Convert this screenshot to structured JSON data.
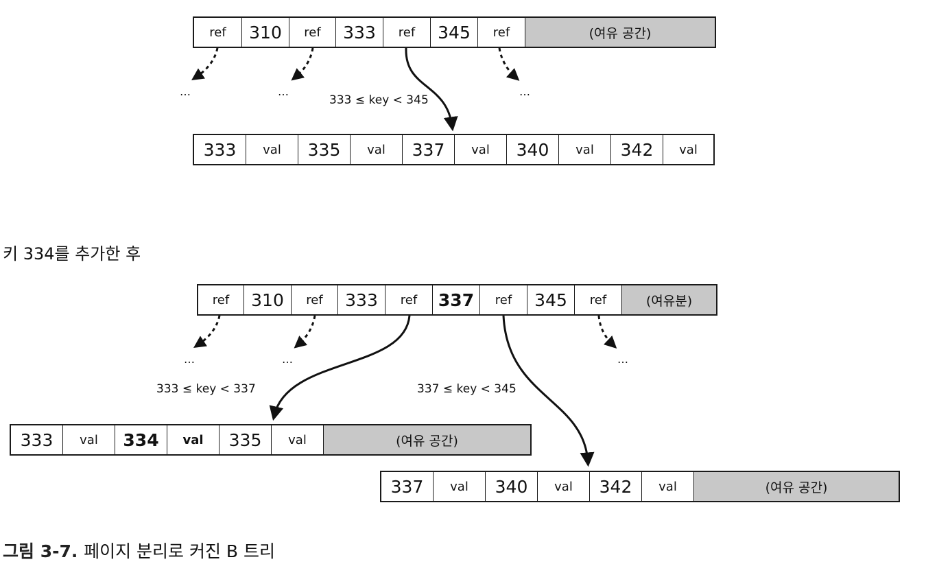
{
  "top": {
    "internal_page": {
      "cells": [
        {
          "t": "ref"
        },
        {
          "t": "310"
        },
        {
          "t": "ref"
        },
        {
          "t": "333"
        },
        {
          "t": "ref"
        },
        {
          "t": "345"
        },
        {
          "t": "ref"
        },
        {
          "t": "(여유 공간)"
        }
      ]
    },
    "leaf_page": {
      "cells": [
        {
          "t": "333"
        },
        {
          "t": "val"
        },
        {
          "t": "335"
        },
        {
          "t": "val"
        },
        {
          "t": "337"
        },
        {
          "t": "val"
        },
        {
          "t": "340"
        },
        {
          "t": "val"
        },
        {
          "t": "342"
        },
        {
          "t": "val"
        }
      ]
    },
    "range_label": "333 ≤ key < 345",
    "ellipsis": [
      "…",
      "…",
      "…"
    ]
  },
  "section_heading": "키 334를 추가한 후",
  "bottom": {
    "internal_page": {
      "cells": [
        {
          "t": "ref"
        },
        {
          "t": "310"
        },
        {
          "t": "ref"
        },
        {
          "t": "333"
        },
        {
          "t": "ref"
        },
        {
          "t": "337"
        },
        {
          "t": "ref"
        },
        {
          "t": "345"
        },
        {
          "t": "ref"
        },
        {
          "t": "(여유분)"
        }
      ]
    },
    "left_leaf": {
      "cells": [
        {
          "t": "333"
        },
        {
          "t": "val"
        },
        {
          "t": "334"
        },
        {
          "t": "val"
        },
        {
          "t": "335"
        },
        {
          "t": "val"
        },
        {
          "t": "(여유 공간)"
        }
      ]
    },
    "right_leaf": {
      "cells": [
        {
          "t": "337"
        },
        {
          "t": "val"
        },
        {
          "t": "340"
        },
        {
          "t": "val"
        },
        {
          "t": "342"
        },
        {
          "t": "val"
        },
        {
          "t": "(여유 공간)"
        }
      ]
    },
    "range_label_left": "333 ≤ key < 337",
    "range_label_right": "337 ≤ key < 345",
    "ellipsis": [
      "…",
      "…",
      "…"
    ]
  },
  "caption": {
    "number": "그림 3-7.",
    "text": "페이지 분리로 커진 B 트리"
  },
  "colors": {
    "border": "#1a1a1a",
    "free_space": "#c8c8c8",
    "arrow": "#111111"
  }
}
